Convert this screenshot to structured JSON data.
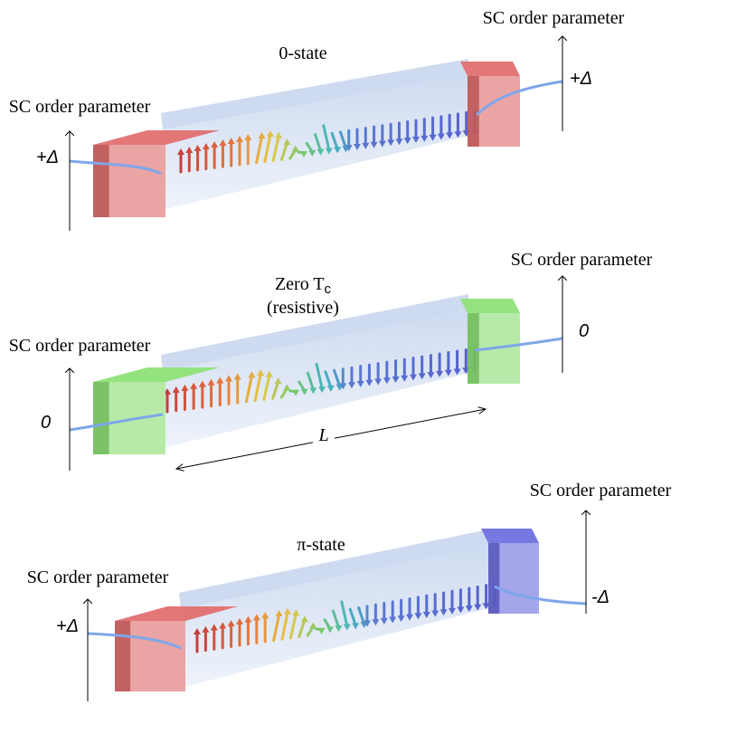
{
  "panels": [
    {
      "id": "zero-state",
      "title": "0-state",
      "title_sub": "",
      "title_paren": "",
      "left_label": "SC order parameter",
      "right_label": "SC order parameter",
      "left_value": "+Δ",
      "right_value": "+Δ",
      "left_color": "#e06868",
      "right_color": "#e06868",
      "show_length": false
    },
    {
      "id": "zero-tc",
      "title": "Zero T",
      "title_sub": "c",
      "title_paren": "(resistive)",
      "left_label": "SC order parameter",
      "right_label": "SC order parameter",
      "left_value": "0",
      "right_value": "0",
      "left_color": "#88e070",
      "right_color": "#88e070",
      "show_length": true,
      "length_label": "L"
    },
    {
      "id": "pi-state",
      "title": "π-state",
      "title_sub": "",
      "title_paren": "",
      "left_label": "SC order parameter",
      "right_label": "SC order parameter",
      "left_value": "+Δ",
      "right_value": "-Δ",
      "left_color": "#e06868",
      "right_color": "#6a6ae0",
      "show_length": false
    }
  ],
  "colors": {
    "bar": "#c8d6ee",
    "curve": "#7fa6ea",
    "axis": "#000000"
  }
}
